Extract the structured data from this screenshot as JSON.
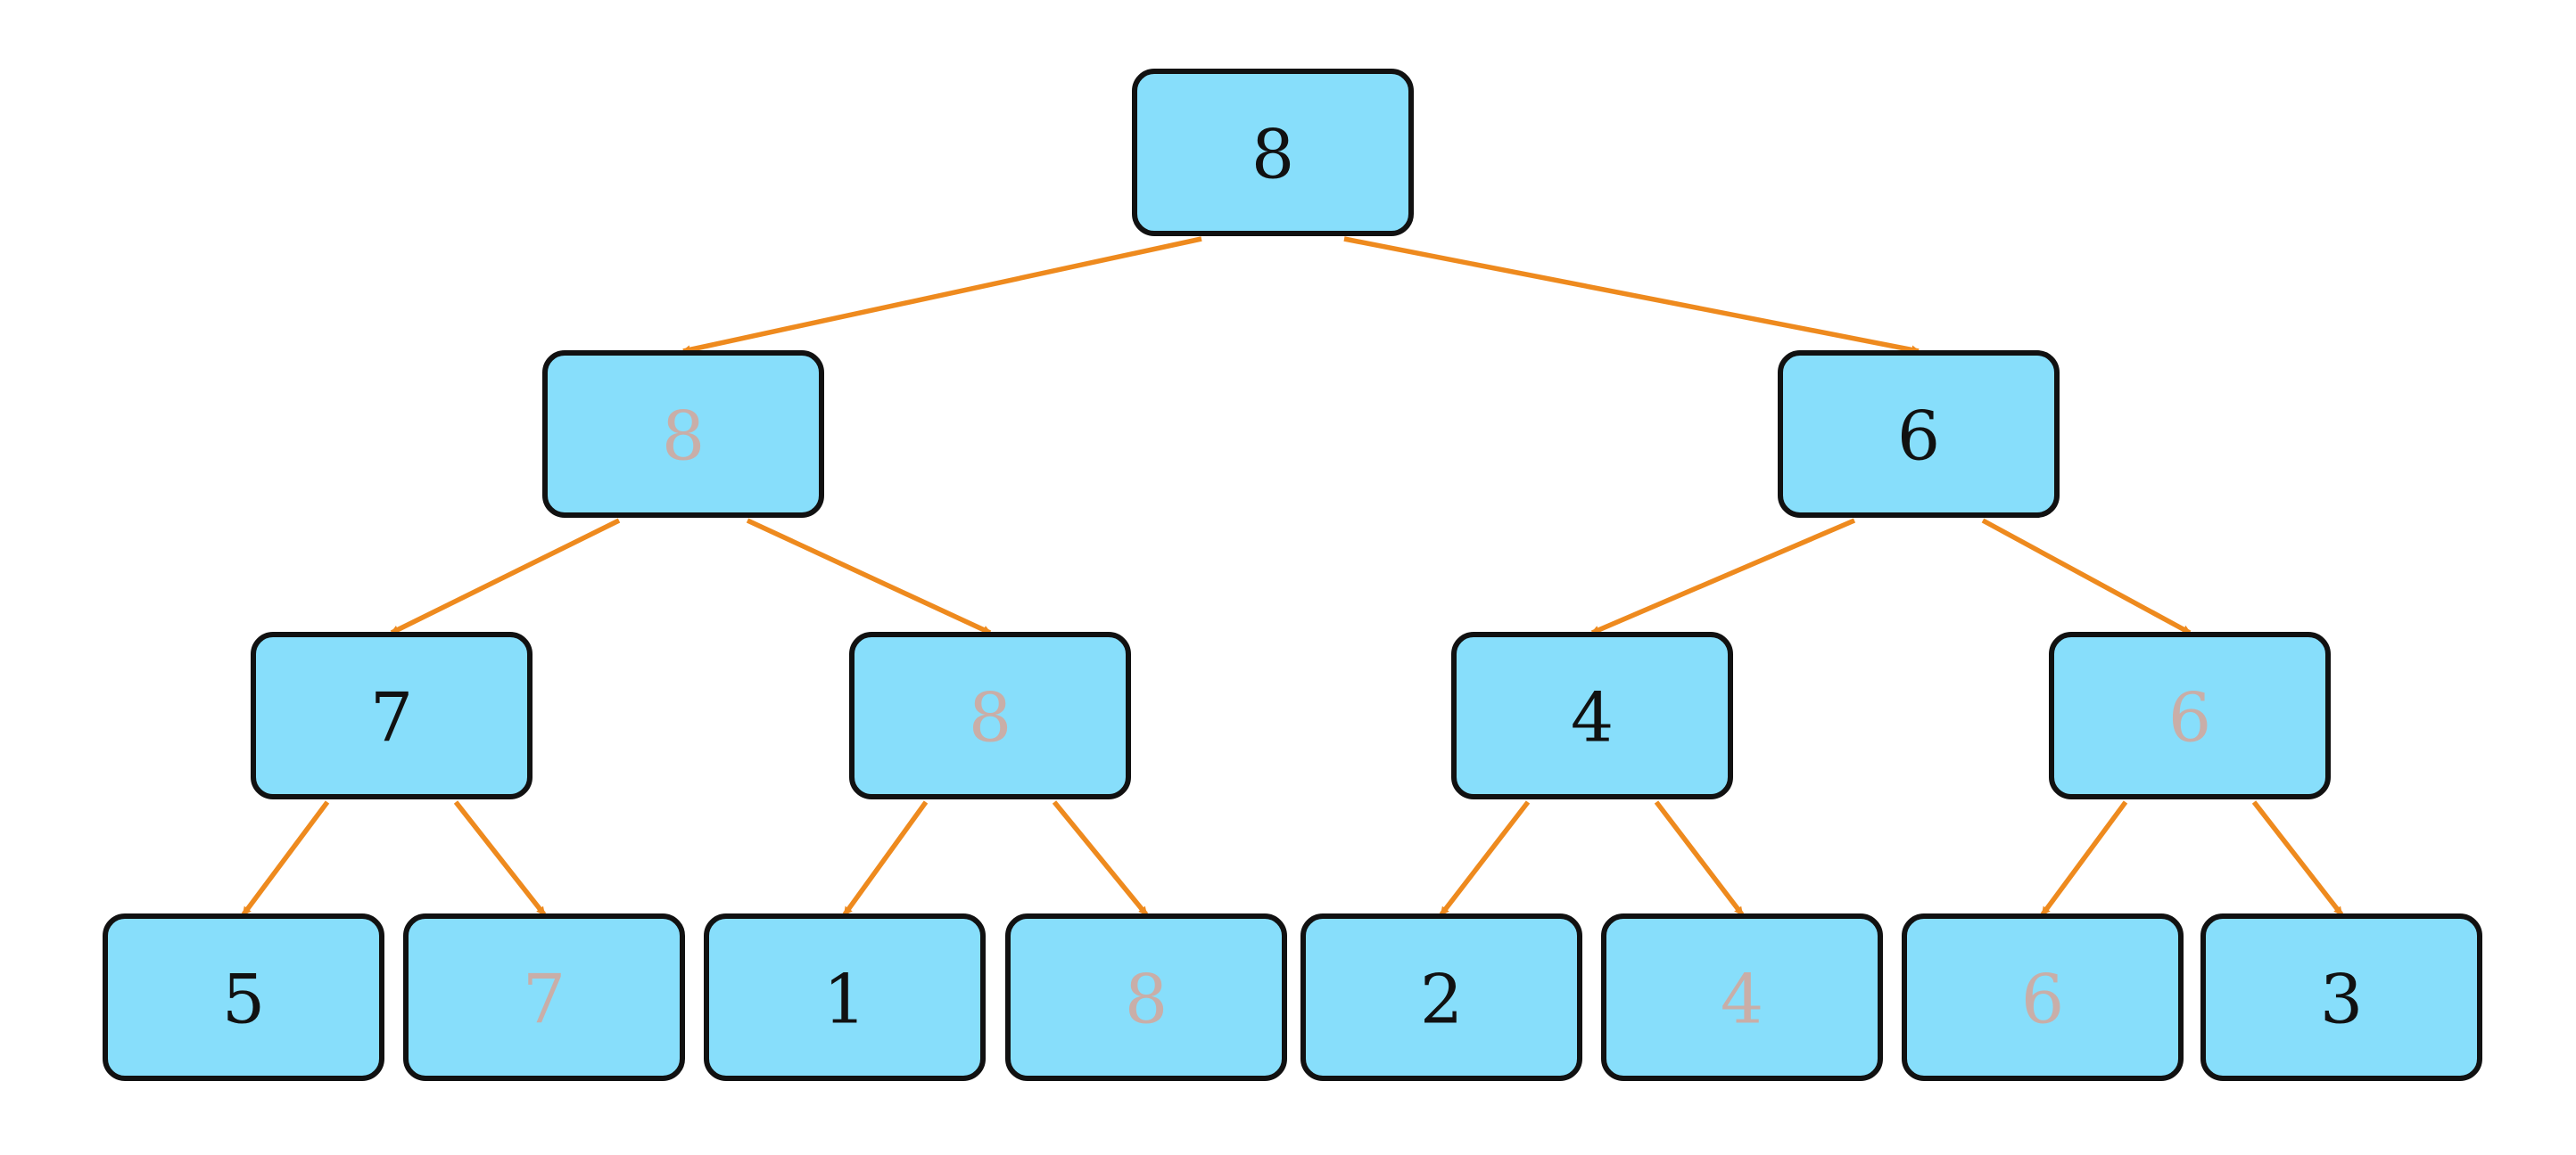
{
  "colors": {
    "node_fill": "#87DEFB",
    "node_border": "#111111",
    "edge": "#EE8A1E",
    "value_active": "#111111",
    "value_faded": "#C9AEA8"
  },
  "tree": {
    "levels": [
      [
        {
          "value": "8",
          "faded": false
        }
      ],
      [
        {
          "value": "8",
          "faded": true
        },
        {
          "value": "6",
          "faded": false
        }
      ],
      [
        {
          "value": "7",
          "faded": false
        },
        {
          "value": "8",
          "faded": true
        },
        {
          "value": "4",
          "faded": false
        },
        {
          "value": "6",
          "faded": true
        }
      ],
      [
        {
          "value": "5",
          "faded": false
        },
        {
          "value": "7",
          "faded": true
        },
        {
          "value": "1",
          "faded": false
        },
        {
          "value": "8",
          "faded": true
        },
        {
          "value": "2",
          "faded": false
        },
        {
          "value": "4",
          "faded": true
        },
        {
          "value": "6",
          "faded": true
        },
        {
          "value": "3",
          "faded": false
        }
      ]
    ]
  }
}
